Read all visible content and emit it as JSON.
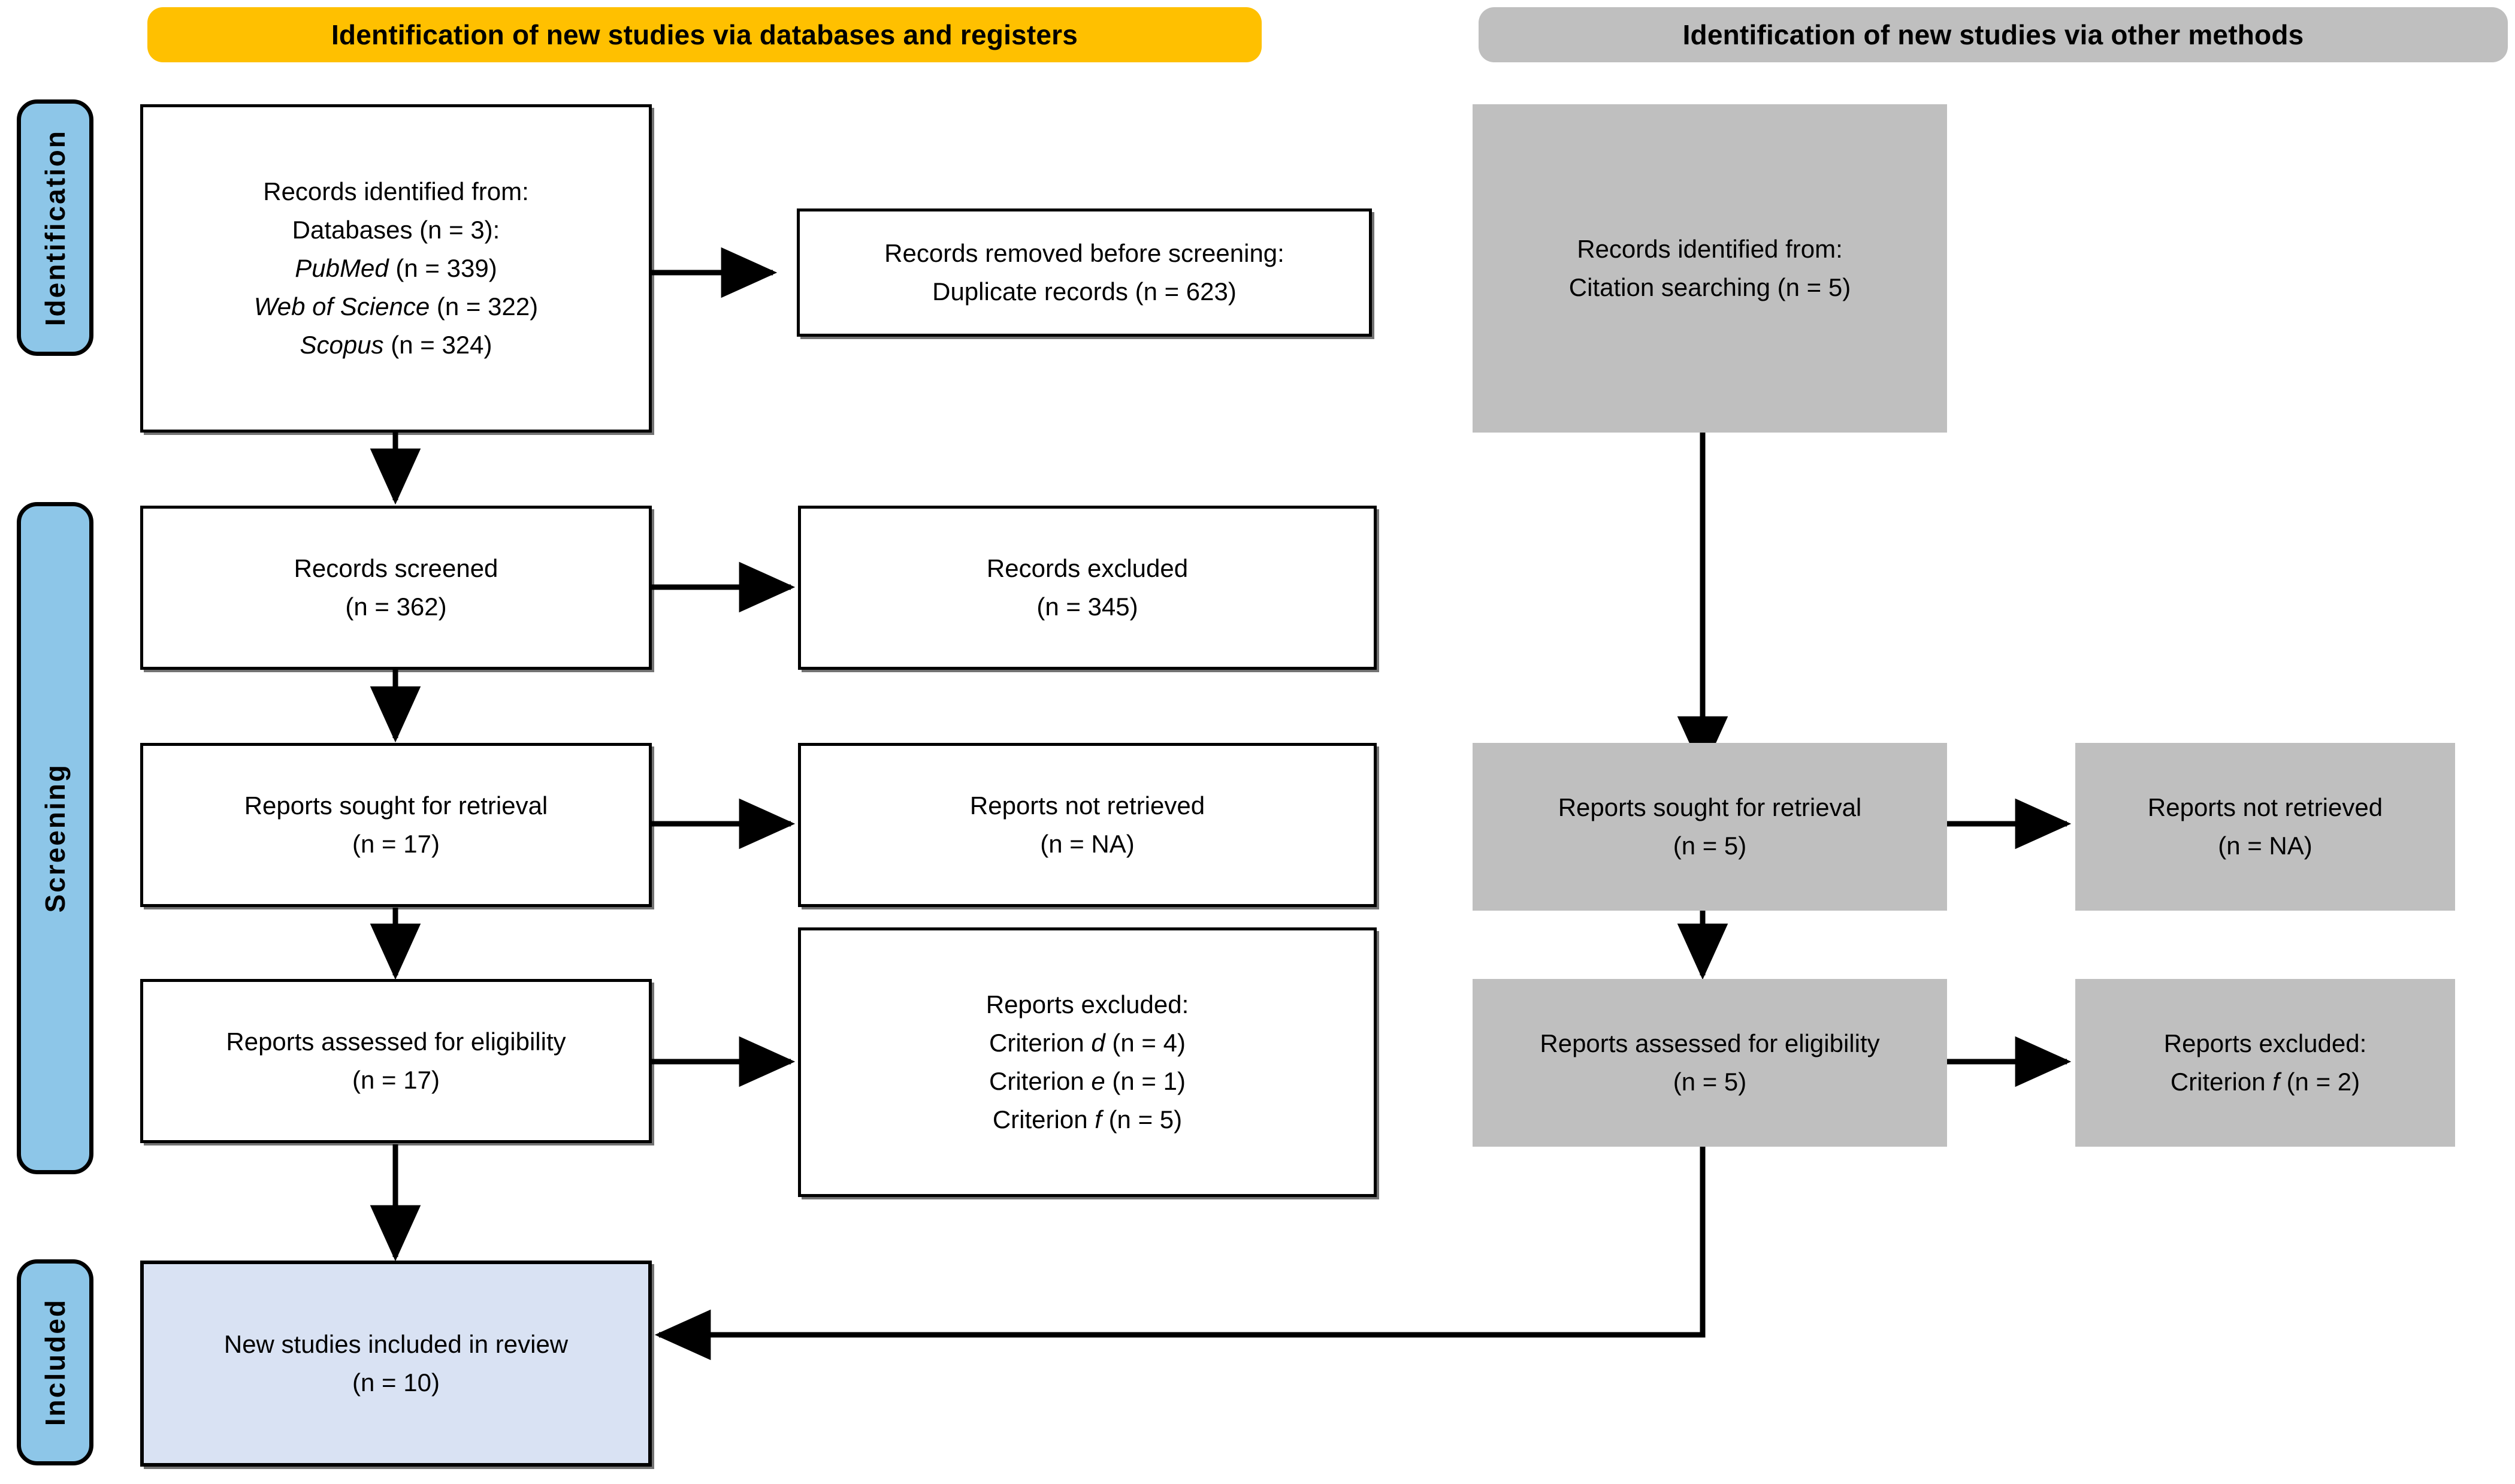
{
  "diagram": {
    "title": "PRISMA 2020 flow diagram",
    "colors": {
      "banner_databases": "#FFC000",
      "banner_other": "#BFBFBF",
      "stage_tab": "#8DC6E8",
      "gray_box": "#BFBFBF",
      "included_box": "#D9E2F3",
      "stroke": "#000000"
    }
  },
  "banners": {
    "databases": "Identification of new studies via databases and registers",
    "other": "Identification of new studies via other methods"
  },
  "stages": {
    "identification": "Identification",
    "screening": "Screening",
    "included": "Included"
  },
  "boxes": {
    "records_identified": {
      "l1": "Records identified from:",
      "l2": "Databases (n = 3):",
      "l3_em": "PubMed",
      "l3_rest": " (n = 339)",
      "l4_em": "Web of Science",
      "l4_rest": " (n = 322)",
      "l5_em": "Scopus",
      "l5_rest": " (n = 324)"
    },
    "records_removed": {
      "l1": "Records removed before screening:",
      "l2": "Duplicate records (n = 623)"
    },
    "records_screened": {
      "l1": "Records screened",
      "l2": "(n = 362)"
    },
    "records_excluded": {
      "l1": "Records excluded",
      "l2": "(n = 345)"
    },
    "reports_sought": {
      "l1": "Reports sought for retrieval",
      "l2": "(n = 17)"
    },
    "reports_not_retrieved": {
      "l1": "Reports not retrieved",
      "l2": "(n = NA)"
    },
    "reports_assessed": {
      "l1": "Reports assessed for eligibility",
      "l2": "(n = 17)"
    },
    "reports_excluded": {
      "l1": "Reports excluded:",
      "l2_pre": "Criterion ",
      "l2_em": "d",
      "l2_post": " (n = 4)",
      "l3_pre": "Criterion ",
      "l3_em": "e",
      "l3_post": " (n = 1)",
      "l4_pre": "Criterion ",
      "l4_em": "f",
      "l4_post": " (n = 5)"
    },
    "new_studies_included": {
      "l1": "New studies included in review",
      "l2": "(n = 10)"
    },
    "other_records_identified": {
      "l1": "Records identified from:",
      "l2": "Citation searching (n = 5)"
    },
    "other_reports_sought": {
      "l1": "Reports sought for retrieval",
      "l2": "(n = 5)"
    },
    "other_reports_not_retrieved": {
      "l1": "Reports not retrieved",
      "l2": "(n = NA)"
    },
    "other_reports_assessed": {
      "l1": "Reports assessed for eligibility",
      "l2": "(n = 5)"
    },
    "other_reports_excluded": {
      "l1": "Reports excluded:",
      "l2_pre": "Criterion ",
      "l2_em": "f",
      "l2_post": " (n = 2)"
    }
  }
}
